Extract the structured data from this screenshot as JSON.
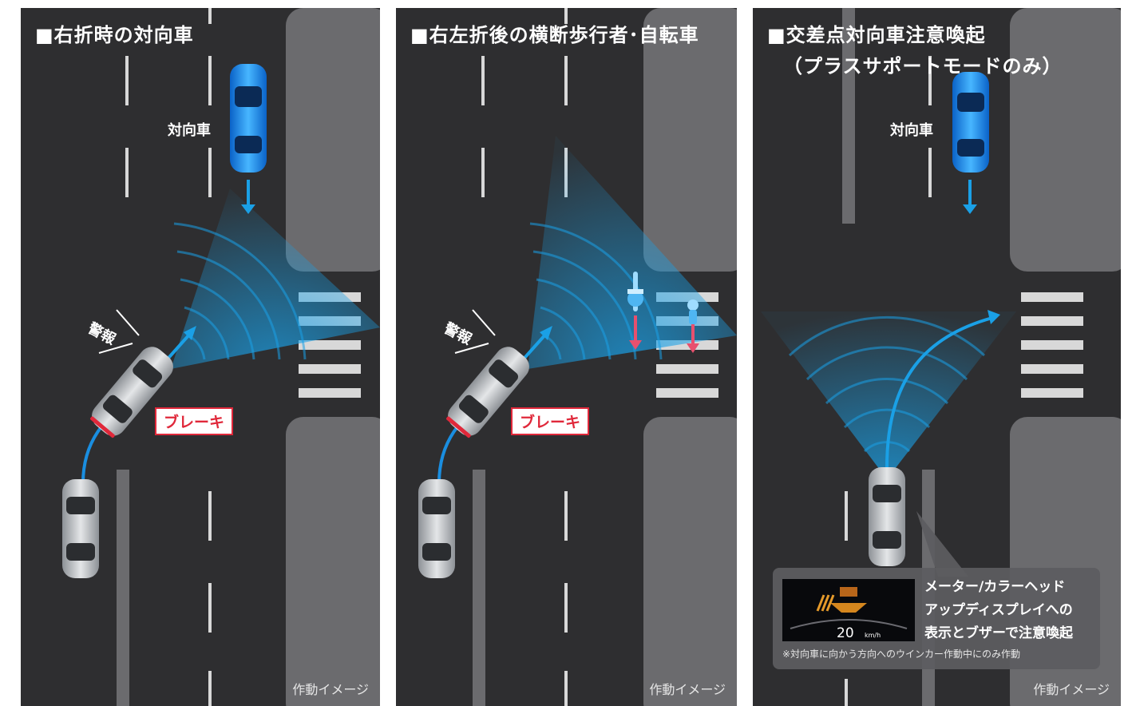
{
  "panels": [
    {
      "title": "■右折時の対向車",
      "oncoming_label": "対向車",
      "warning_label": "警報",
      "brake_label": "ブレーキ",
      "caption": "作動イメージ"
    },
    {
      "title": "■右左折後の横断歩行者･自転車",
      "warning_label": "警報",
      "brake_label": "ブレーキ",
      "caption": "作動イメージ"
    },
    {
      "title_line1": "■交差点対向車注意喚起",
      "title_line2": "（プラスサポートモードのみ）",
      "oncoming_label": "対向車",
      "caption": "作動イメージ",
      "callout": {
        "line1": "メーター/カラーヘッド",
        "line2": "アップディスプレイへの",
        "line3": "表示とブザーで注意喚起",
        "note": "※対向車に向かう方向へのウインカー作動中にのみ作動",
        "meter_speed": "20",
        "meter_unit": "km/h"
      }
    }
  ],
  "colors": {
    "road": "#2e2e30",
    "sidewalk": "#6b6b6e",
    "sensor_blue": "#1aa0e6",
    "brake_red": "#e0283a",
    "pedestrian_pink": "#e8506e"
  }
}
